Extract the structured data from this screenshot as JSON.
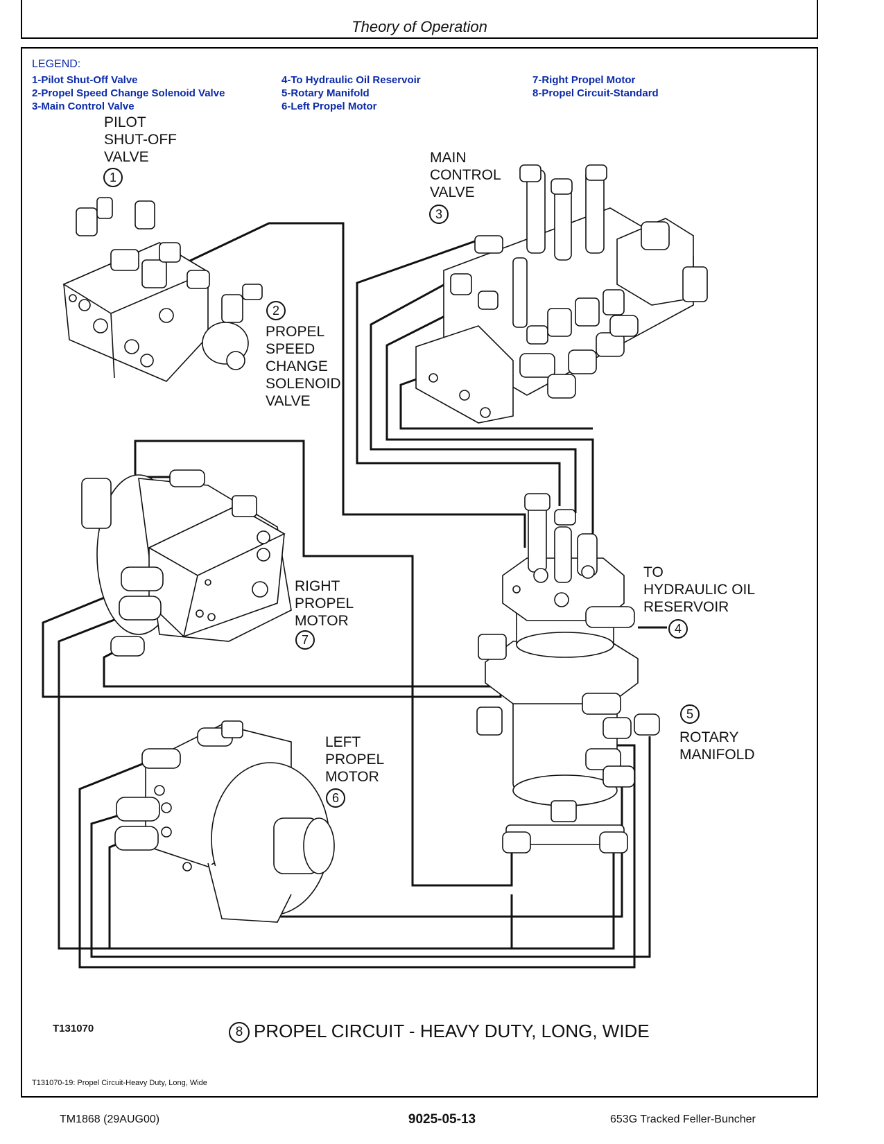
{
  "header": {
    "title": "Theory of Operation"
  },
  "legend": {
    "title": "LEGEND:",
    "col1": [
      "1-Pilot Shut-Off Valve",
      "2-Propel Speed Change Solenoid Valve",
      "3-Main Control Valve"
    ],
    "col2": [
      "4-To Hydraulic Oil Reservoir",
      "5-Rotary Manifold",
      "6-Left Propel Motor"
    ],
    "col3": [
      "7-Right Propel Motor",
      "8-Propel Circuit-Standard"
    ]
  },
  "callouts": {
    "pilot": {
      "lines": [
        "PILOT",
        "SHUT-OFF",
        "VALVE"
      ],
      "num": "1"
    },
    "solenoid": {
      "lines": [
        "PROPEL",
        "SPEED",
        "CHANGE",
        "SOLENOID",
        "VALVE"
      ],
      "num": "2"
    },
    "main_valve": {
      "lines": [
        "MAIN",
        "CONTROL",
        "VALVE"
      ],
      "num": "3"
    },
    "reservoir": {
      "lines": [
        "TO",
        "HYDRAULIC OIL",
        "RESERVOIR"
      ],
      "num": "4"
    },
    "rotary": {
      "lines": [
        "ROTARY",
        "MANIFOLD"
      ],
      "num": "5"
    },
    "left_motor": {
      "lines": [
        "LEFT",
        "PROPEL",
        "MOTOR"
      ],
      "num": "6"
    },
    "right_motor": {
      "lines": [
        "RIGHT",
        "PROPEL",
        "MOTOR"
      ],
      "num": "7"
    }
  },
  "caption": {
    "id": "T131070",
    "num": "8",
    "text": "PROPEL CIRCUIT - HEAVY DUTY, LONG, WIDE"
  },
  "figure_note": "T131070-19: Propel Circuit-Heavy Duty, Long, Wide",
  "footer": {
    "left": "TM1868 (29AUG00)",
    "center": "9025-05-13",
    "right": "653G Tracked Feller-Buncher"
  },
  "colors": {
    "legend": "#0b2aa8",
    "line": "#111111"
  }
}
